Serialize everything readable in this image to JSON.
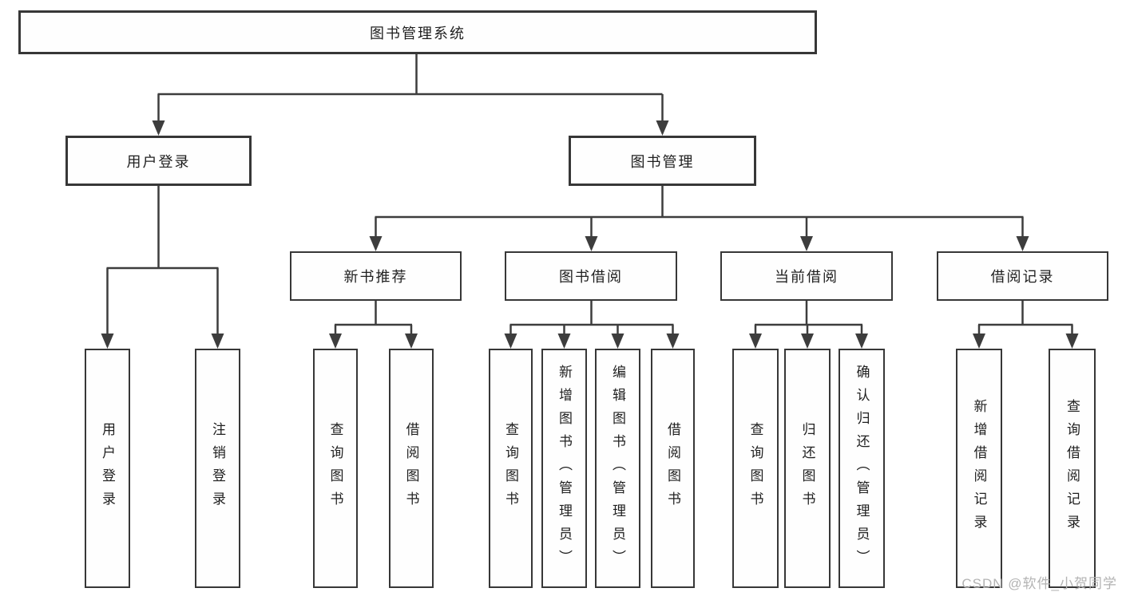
{
  "tree": {
    "label": "图书管理系统",
    "children": [
      {
        "label": "用户登录",
        "children": [
          {
            "label": "用户登录"
          },
          {
            "label": "注销登录"
          }
        ]
      },
      {
        "label": "图书管理",
        "children": [
          {
            "label": "新书推荐",
            "children": [
              {
                "label": "查询图书"
              },
              {
                "label": "借阅图书"
              }
            ]
          },
          {
            "label": "图书借阅",
            "children": [
              {
                "label": "查询图书"
              },
              {
                "label": "新增图书（管理员）"
              },
              {
                "label": "编辑图书（管理员）"
              },
              {
                "label": "借阅图书"
              }
            ]
          },
          {
            "label": "当前借阅",
            "children": [
              {
                "label": "查询图书"
              },
              {
                "label": "归还图书"
              },
              {
                "label": "确认归还（管理员）"
              }
            ]
          },
          {
            "label": "借阅记录",
            "children": [
              {
                "label": "新增借阅记录"
              },
              {
                "label": "查询借阅记录"
              }
            ]
          }
        ]
      }
    ]
  },
  "watermark": "CSDN @软件_小贺同学",
  "colors": {
    "line": "#3d3d3d",
    "box_border": "#373737",
    "text": "#1f1f1f",
    "background": "#ffffff",
    "watermark": "#b3b3b3"
  }
}
